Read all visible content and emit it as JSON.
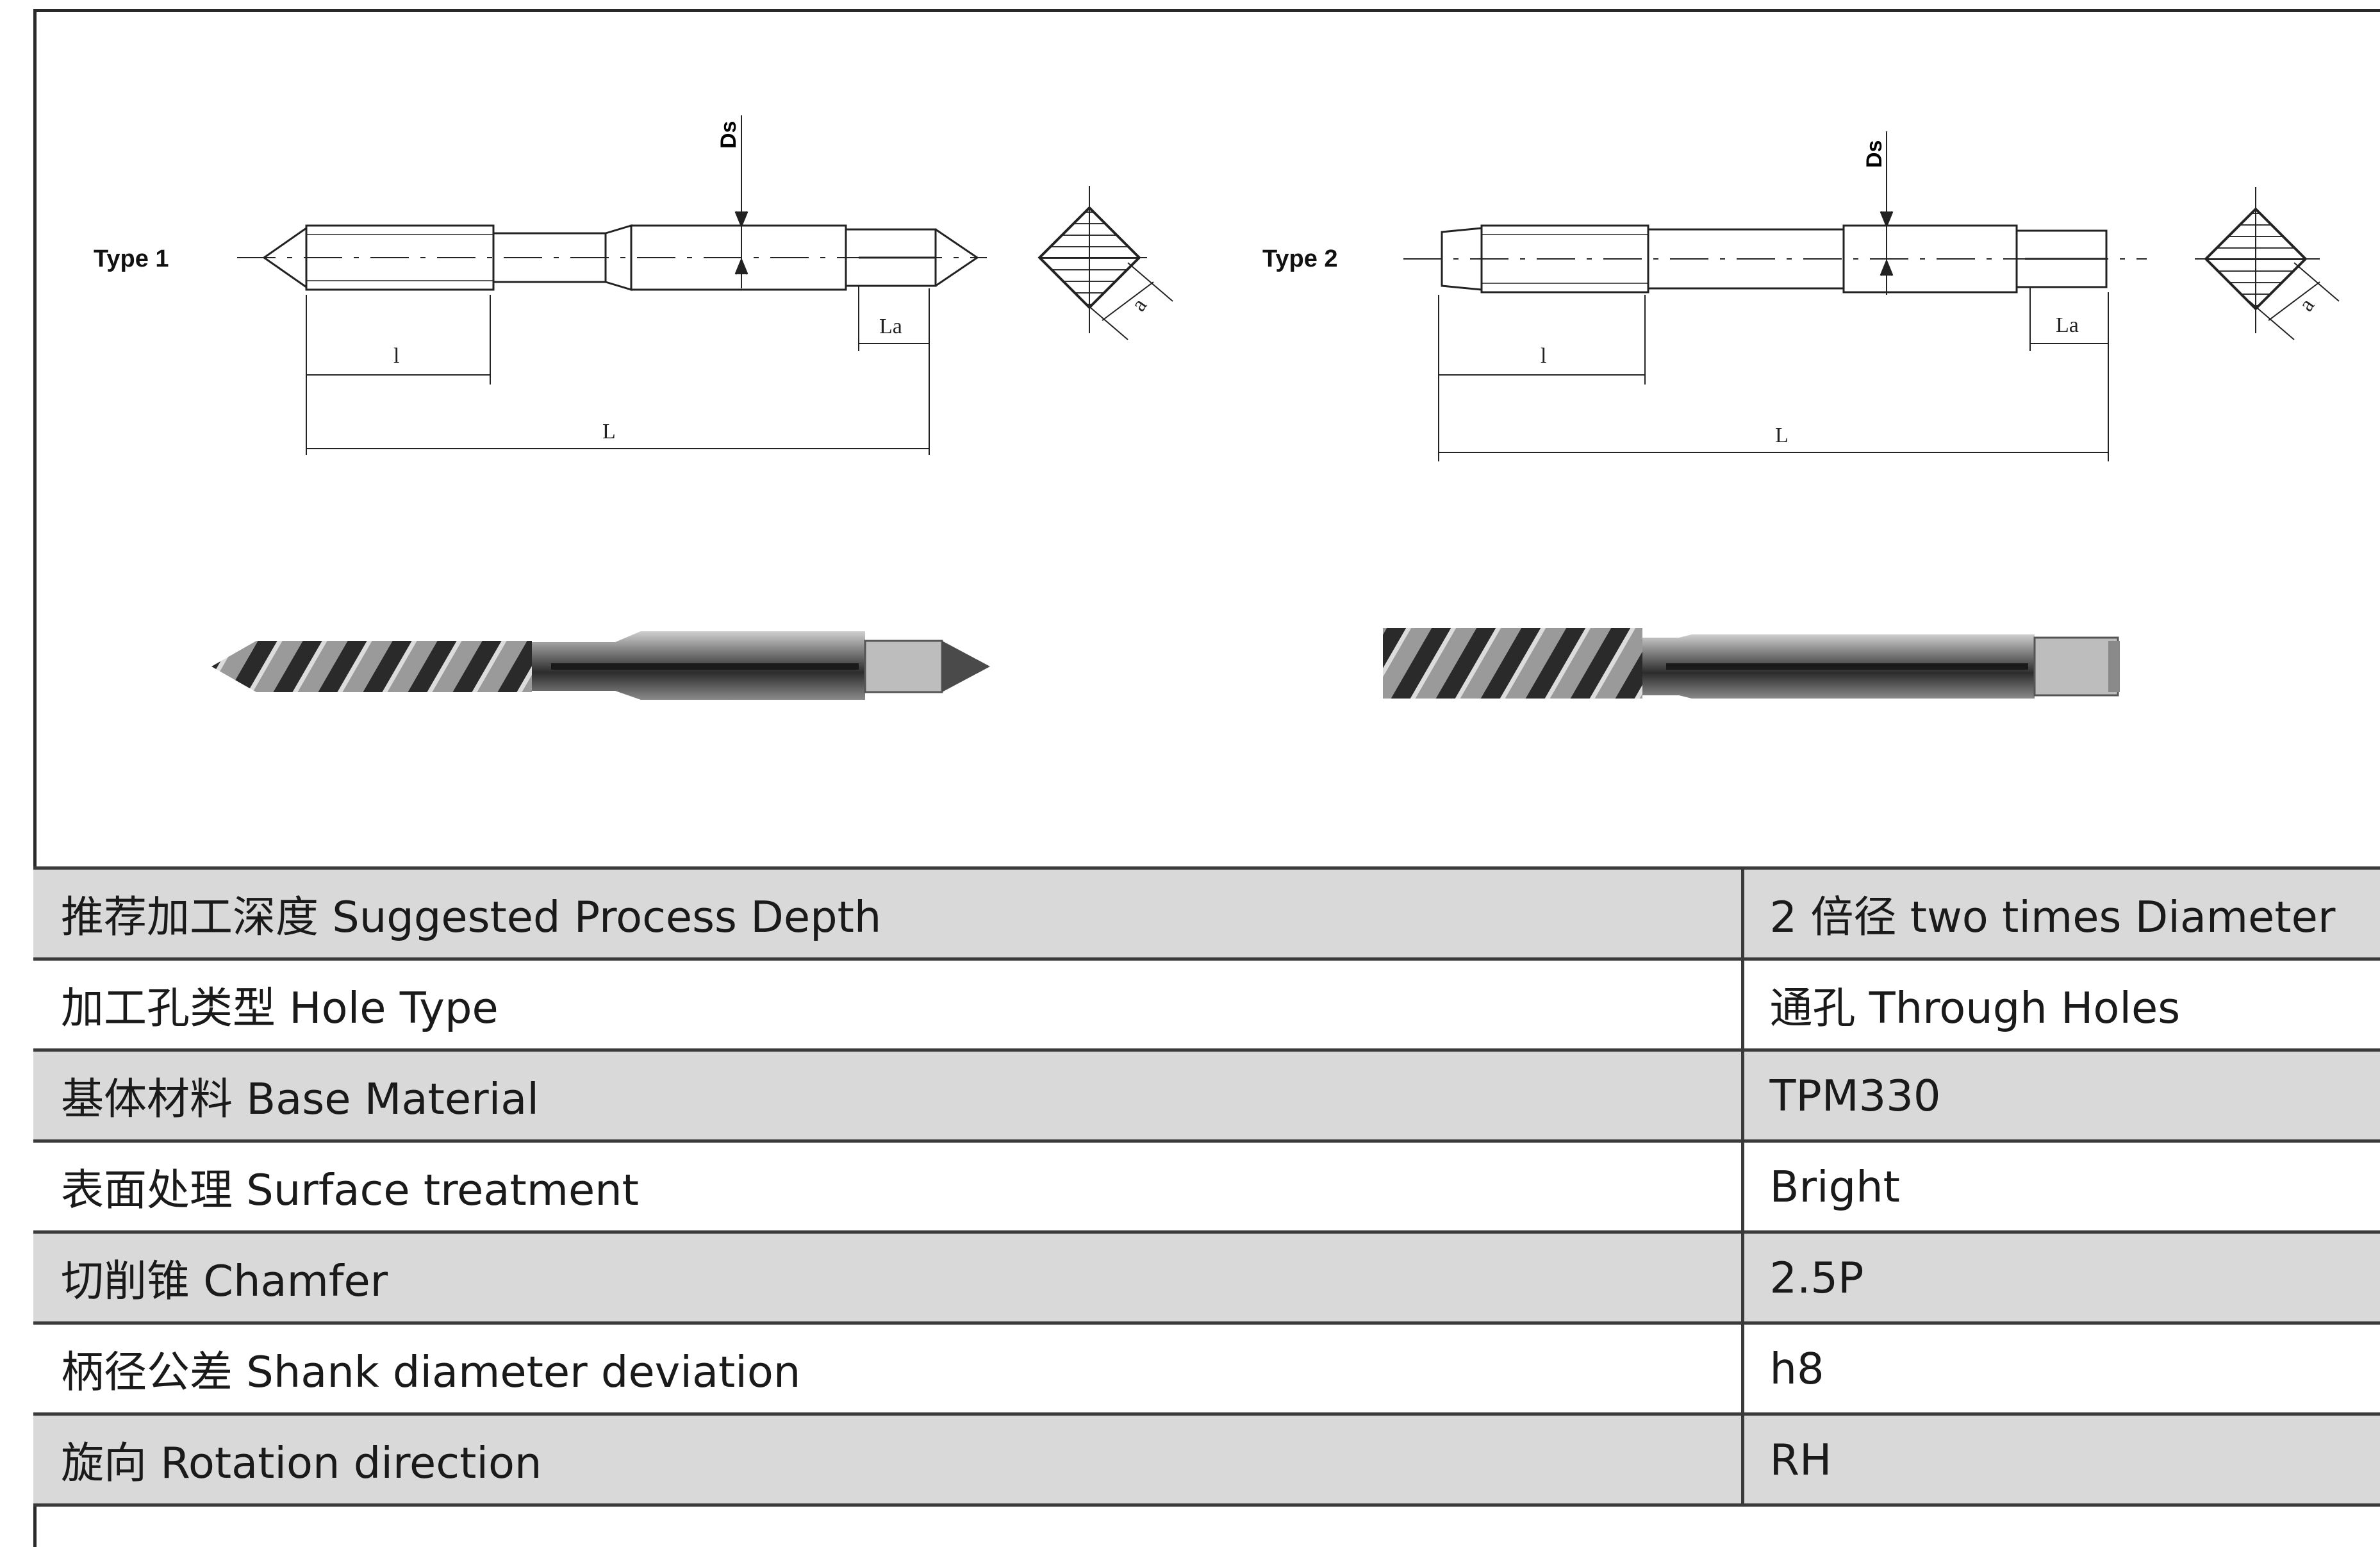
{
  "drawings": {
    "type1_label": "Type 1",
    "type2_label": "Type 2",
    "dimensions": {
      "shank_diameter": "Ds",
      "thread_length": "l",
      "total_length": "L",
      "square_length": "La",
      "square_size": "a"
    }
  },
  "spec_table": {
    "rows": [
      {
        "label": "推荐加工深度 Suggested Process Depth",
        "value": "2 倍径 two times Diameter"
      },
      {
        "label": "加工孔类型 Hole Type",
        "value": "通孔 Through Holes"
      },
      {
        "label": "基体材料 Base Material",
        "value": "TPM330"
      },
      {
        "label": "表面处理 Surface treatment",
        "value": "Bright"
      },
      {
        "label": "切削锥 Chamfer",
        "value": "2.5P"
      },
      {
        "label": "柄径公差 Shank diameter deviation",
        "value": "h8"
      },
      {
        "label": "旋向 Rotation direction",
        "value": "RH"
      }
    ]
  },
  "colors": {
    "row_shade": "#d9d9d9",
    "row_plain": "#ffffff",
    "border": "#3a3a3a",
    "text": "#1a1a1a"
  }
}
